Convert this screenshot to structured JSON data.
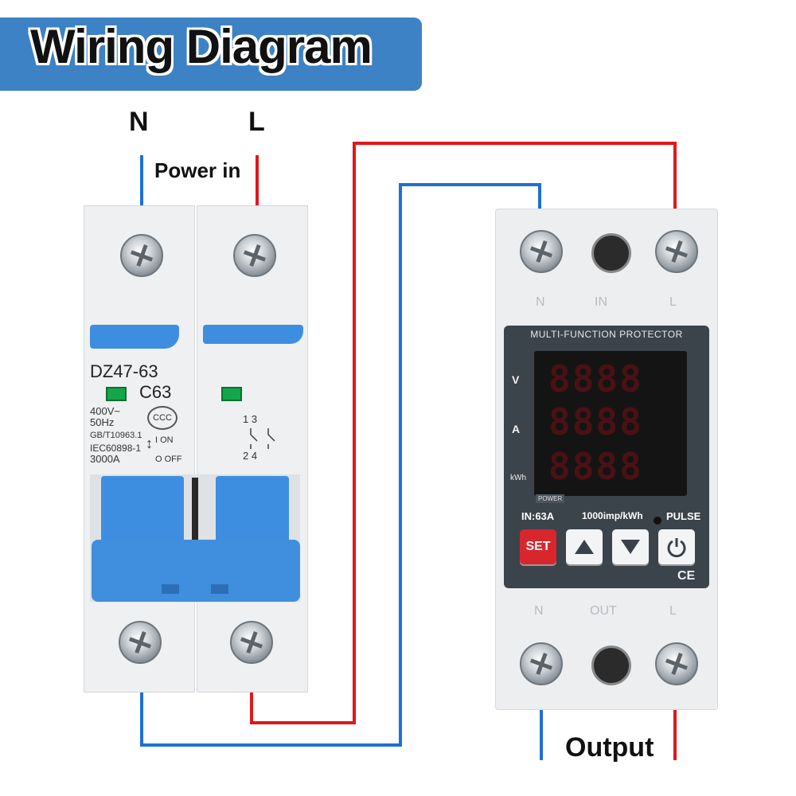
{
  "title": "Wiring Diagram",
  "labels": {
    "neutral": "N",
    "line": "L",
    "power_in": "Power in",
    "output": "Output"
  },
  "colors": {
    "neutral_wire": "#1e6fd6",
    "line_wire": "#e0181b",
    "banner": "#3d82c4"
  },
  "breaker": {
    "model": "DZ47-63",
    "rating": "C63",
    "voltage": "400V~",
    "frequency": "50Hz",
    "standard1": "GB/T10963.1",
    "standard2": "IEC60898-1",
    "capacity": "3000A",
    "on_label": "I ON",
    "off_label": "O OFF",
    "terminal_top": "1 3",
    "terminal_bottom": "2 4"
  },
  "protector": {
    "header": "MULTI-FUNCTION PROTECTOR",
    "top_terminals": [
      "N",
      "IN",
      "L"
    ],
    "bottom_terminals": [
      "N",
      "OUT",
      "L"
    ],
    "display_labels": [
      "V",
      "A",
      "kWh"
    ],
    "power_label": "POWER",
    "rating": "IN:63A",
    "impulse": "1000imp/kWh",
    "pulse": "PULSE",
    "set_button": "SET",
    "ce_mark": "CE",
    "up_icon": "up-arrow-icon",
    "down_icon": "down-arrow-icon",
    "power_icon": "power-icon"
  }
}
